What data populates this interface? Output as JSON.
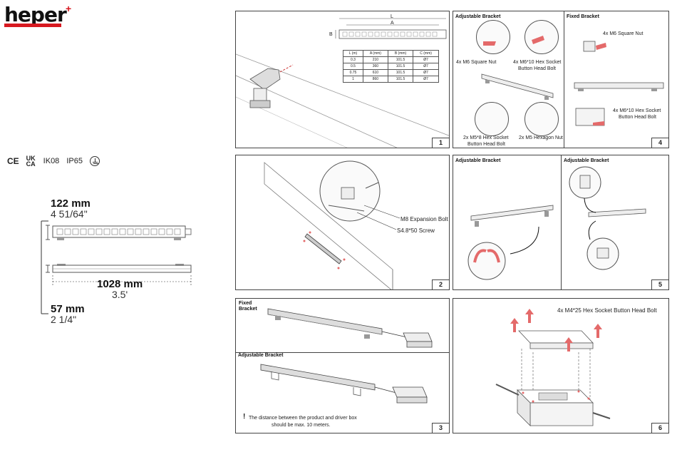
{
  "brand": {
    "name": "heper",
    "plus": "+"
  },
  "certs": {
    "ce": "CE",
    "ukca_top": "UK",
    "ukca_bottom": "CA",
    "ik": "IK08",
    "ip": "IP65"
  },
  "dimensions": {
    "height_mm": "122 mm",
    "height_in": "4 51/64\"",
    "length_mm": "1028 mm",
    "length_ft": "3.5'",
    "depth_mm": "57 mm",
    "depth_in": "2 1/4\""
  },
  "panel1": {
    "number": "1",
    "dims": {
      "L": "L",
      "A": "A",
      "B": "B"
    },
    "table": {
      "headers": [
        "L (m)",
        "A (mm)",
        "B (mm)",
        "C (mm)"
      ],
      "rows": [
        [
          "0.3",
          "210",
          "101.5",
          "Ø7"
        ],
        [
          "0.5",
          "360",
          "101.5",
          "Ø7"
        ],
        [
          "0.75",
          "610",
          "101.5",
          "Ø7"
        ],
        [
          "1",
          "860",
          "101.5",
          "Ø7"
        ]
      ]
    }
  },
  "panel2": {
    "number": "2",
    "bolt": "M8 Expansion Bolt",
    "screw": "S4.8*50 Screw"
  },
  "panel3": {
    "number": "3",
    "fixed": "Fixed\nBracket",
    "adjustable": "Adjustable Bracket",
    "warning_mark": "!",
    "note_line1": "The distance between the product and driver box",
    "note_line2": "should be max. 10 meters."
  },
  "panel4": {
    "number": "4",
    "adjustable": "Adjustable Bracket",
    "fixed": "Fixed Bracket",
    "nut1": "4x M6 Square Nut",
    "bolt1_line1": "4x M6*10 Hex Socket",
    "bolt1_line2": "Button Head Bolt",
    "bolt2_line1": "2x M5*8 Hex Socket",
    "bolt2_line2": "Button Head Bolt",
    "nut2": "2x M5 Hexagon Nut",
    "fixed_nut": "4x M6 Square Nut",
    "fixed_bolt_line1": "4x M6*10 Hex Socket",
    "fixed_bolt_line2": "Button Head Bolt"
  },
  "panel5": {
    "number": "5",
    "left_title": "Adjustable Bracket",
    "right_title": "Adjustable Bracket"
  },
  "panel6": {
    "number": "6",
    "bolt": "4x M4*25 Hex Socket Button Head Bolt"
  }
}
